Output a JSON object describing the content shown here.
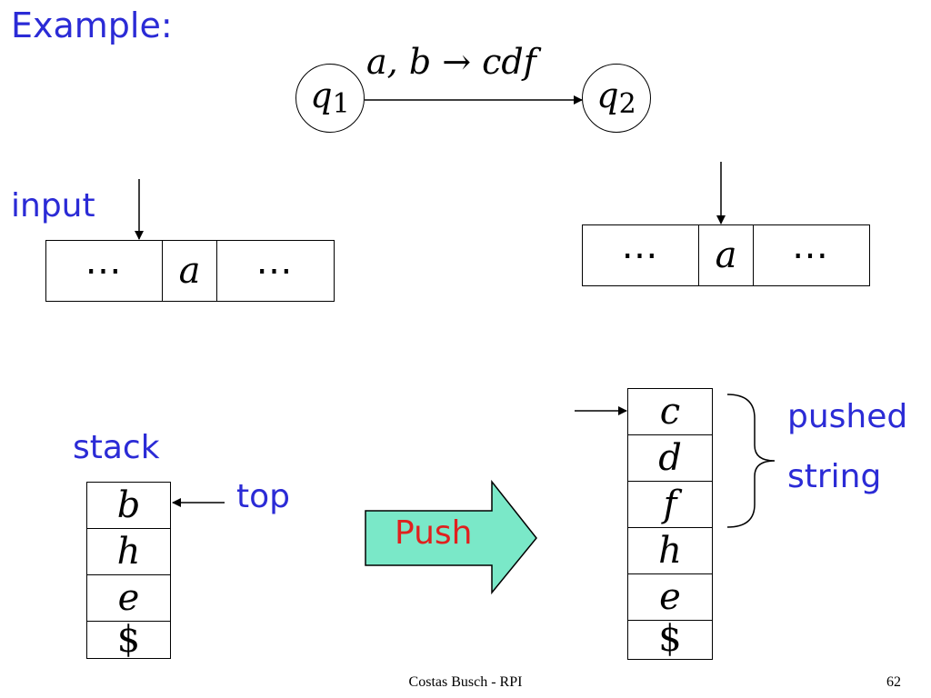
{
  "title": "Example:",
  "transition": {
    "from": "q",
    "from_sub": "1",
    "to": "q",
    "to_sub": "2",
    "label": "a,  b → cdf"
  },
  "input_label": "input",
  "tape_left": [
    "⋯",
    "a",
    "⋯"
  ],
  "tape_right": [
    "⋯",
    "a",
    "⋯"
  ],
  "stack_label": "stack",
  "top_label": "top",
  "stack_before": [
    "b",
    "h",
    "e",
    "$"
  ],
  "push_label": "Push",
  "stack_after": [
    "c",
    "d",
    "f",
    "h",
    "e",
    "$"
  ],
  "pushed_label": "pushed",
  "string_label": "string",
  "footer": "Costas Busch - RPI",
  "page_number": "62",
  "colors": {
    "label_blue": "#2b2bd6",
    "push_red": "#e0201e",
    "arrow_fill": "#7ae8c8"
  }
}
